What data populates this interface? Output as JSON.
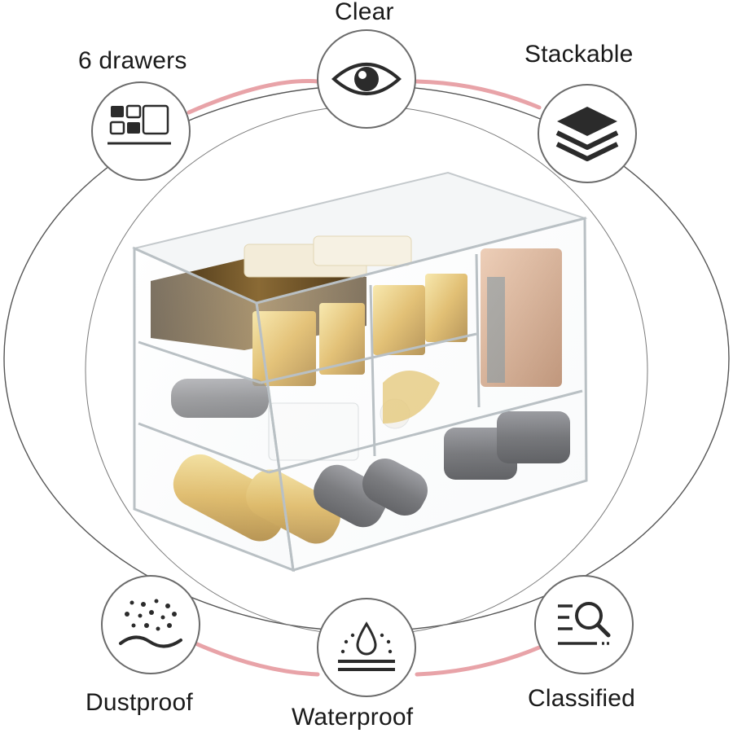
{
  "features": {
    "drawers": {
      "label": "6 drawers",
      "icon": "drawers-icon"
    },
    "clear": {
      "label": "Clear",
      "icon": "eye-icon"
    },
    "stackable": {
      "label": "Stackable",
      "icon": "stacked-layers-icon"
    },
    "dustproof": {
      "label": "Dustproof",
      "icon": "dust-particles-icon"
    },
    "waterproof": {
      "label": "Waterproof",
      "icon": "water-drop-icon"
    },
    "classified": {
      "label": "Classified",
      "icon": "magnifier-list-icon"
    }
  },
  "colors": {
    "ring": "#555555",
    "accent_arc": "#e8a3a8",
    "icon_stroke": "#2b2b2b",
    "gold": "#d9a73a",
    "dark_cap": "#4a4a4e",
    "copper": "#c98a5e"
  }
}
